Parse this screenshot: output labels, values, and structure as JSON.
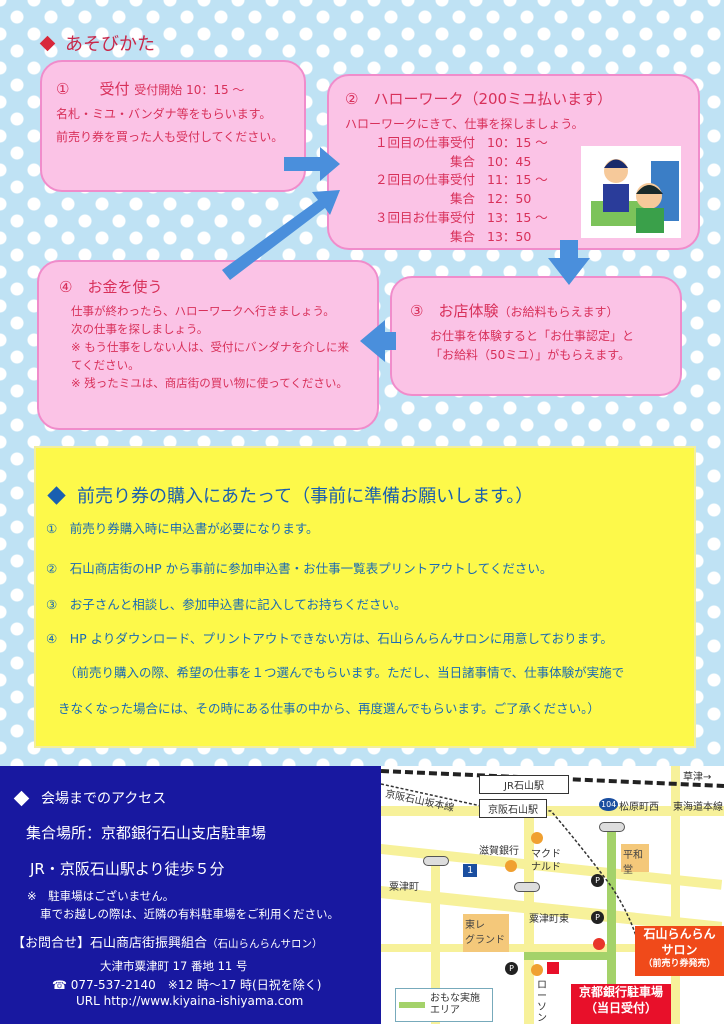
{
  "header": {
    "title": "あそびかた"
  },
  "steps": [
    {
      "num": "①",
      "title": "受付",
      "sub": "受付開始 10：15 ～",
      "lines": [
        "名札・ミユ・バンダナ等をもらいます。",
        "前売り券を買った人も受付してください。"
      ]
    },
    {
      "num": "②",
      "title": "ハローワーク（200ミユ払います）",
      "lines": [
        "ハローワークにきて、仕事を探しましょう。"
      ],
      "schedule": [
        {
          "label": "１回目の仕事受付",
          "time": "10：15 ～"
        },
        {
          "label": "集合",
          "time": "10：45"
        },
        {
          "label": "２回目の仕事受付",
          "time": "11：15 ～"
        },
        {
          "label": "集合",
          "time": "12：50"
        },
        {
          "label": "３回目お仕事受付",
          "time": "13：15 ～"
        },
        {
          "label": "集合",
          "time": "13：50"
        }
      ]
    },
    {
      "num": "③",
      "title": "お店体験",
      "sub": "（お給料もらえます）",
      "lines": [
        "お仕事を体験すると「お仕事認定」と",
        "「お給料（50ミユ）」がもらえます。"
      ]
    },
    {
      "num": "④",
      "title": "お金を使う",
      "lines": [
        "仕事が終わったら、ハローワークへ行きましょう。",
        "次の仕事を探しましょう。",
        "※ もう仕事をしない人は、受付にバンダナを介しに来てください。",
        "※ 残ったミユは、商店街の買い物に使ってください。"
      ]
    }
  ],
  "notice": {
    "title": "前売り券の購入にあたって（事前に準備お願いします。）",
    "items": [
      "①　前売り券購入時に申込書が必要になります。",
      "②　石山商店街のHP から事前に参加申込書・お仕事一覧表プリントアウトしてください。",
      "③　お子さんと相談し、参加申込書に記入してお持ちください。",
      "④　HP よりダウンロード、プリントアウトできない方は、石山らんらんサロンに用意しております。"
    ],
    "note1": "（前売り購入の際、希望の仕事を１つ選んでもらいます。ただし、当日諸事情で、仕事体験が実施で",
    "note2": "きなくなった場合には、その時にある仕事の中から、再度選んでもらいます。ご了承ください。）"
  },
  "access": {
    "title": "会場までのアクセス",
    "place": "集合場所：京都銀行石山支店駐車場",
    "walk": "JR・京阪石山駅より徒歩５分",
    "parking1": "※　駐車場はございません。",
    "parking2": "車でお越しの際は、近隣の有料駐車場をご利用ください。",
    "contact": "【お問合せ】石山商店街振興組合",
    "contact_sub": "（石山らんらんサロン）",
    "address": "大津市粟津町 17 番地 11 号",
    "phone": "077-537-2140",
    "hours": "※12 時～17 時(日祝を除く)",
    "url": "URL http://www.kiyaina-ishiyama.com"
  },
  "map": {
    "jr": "JR石山駅",
    "keihan": "京阪石山駅",
    "keihan_line": "京阪石山坂本線",
    "kusatsu": "草津→",
    "route104": "104",
    "matsubara": "松原町西",
    "tokaido": "東海道本線",
    "shiga_bank": "滋賀銀行",
    "mcd": "マクド\nナルド",
    "heiwado": "平和堂",
    "awazu": "粟津町",
    "route1": "1",
    "awazu_east": "粟津町東",
    "toray": "東レ\nグランド",
    "lawson": "ロ\nー\nソ\nン",
    "parking": "P",
    "salon": "石山らんらん\nサロン",
    "salon_sub": "（前売り券発売）",
    "bank_parking": "京都銀行駐車場",
    "bank_sub": "（当日受付）",
    "legend": "おもな実施\nエリア"
  },
  "colors": {
    "pink": "#fbc3e6",
    "blue": "#1818a0",
    "yellow": "#fdf94a",
    "red": "#e8352a"
  }
}
